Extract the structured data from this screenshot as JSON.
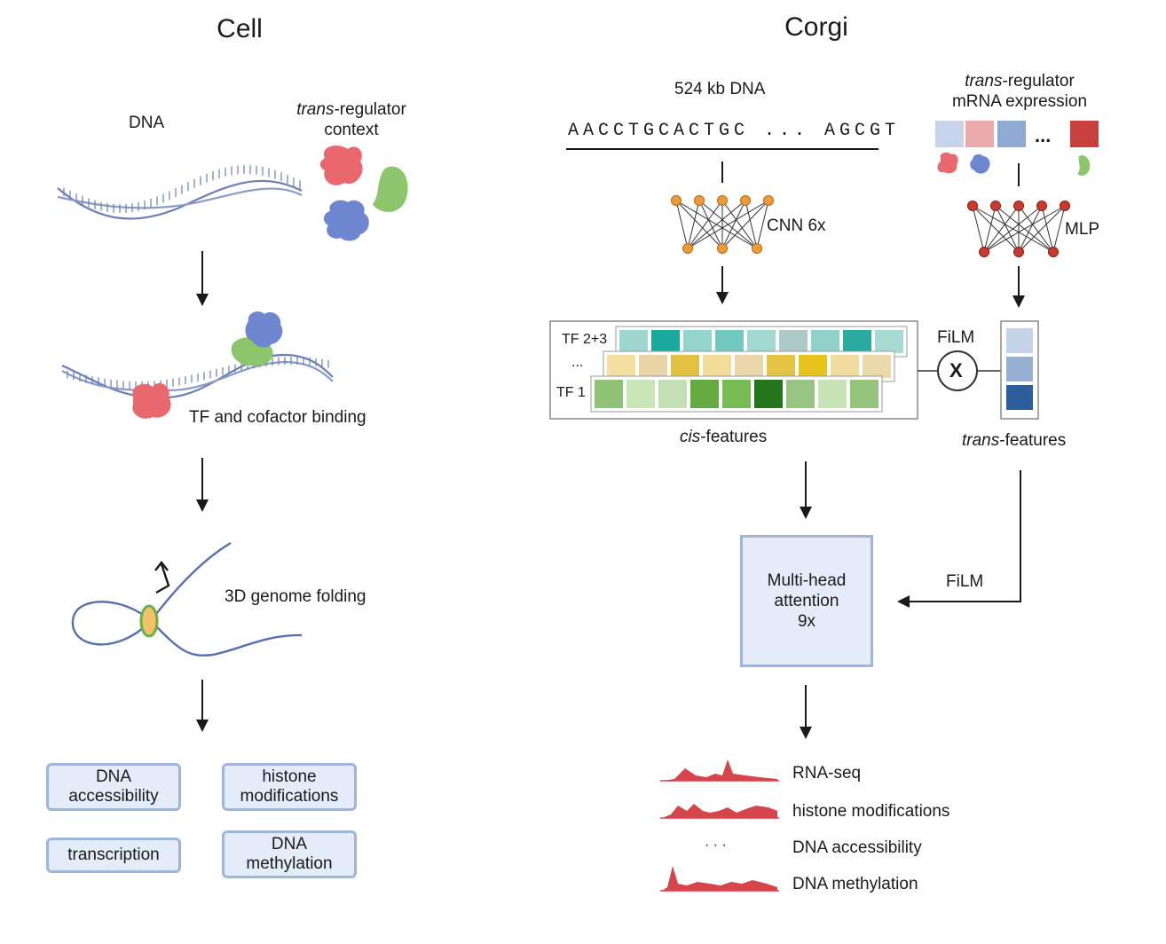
{
  "left": {
    "title": "Cell",
    "dna_label": "DNA",
    "trans_context_italic": "trans",
    "trans_context_rest": "-regulator",
    "trans_context_line2": "context",
    "binding_label": "TF and cofactor binding",
    "folding_label": "3D genome folding",
    "outputs": {
      "dna_accessibility_1": "DNA",
      "dna_accessibility_2": "accessibility",
      "histone_1": "histone",
      "histone_2": "modifications",
      "transcription": "transcription",
      "methylation_1": "DNA",
      "methylation_2": "methylation"
    }
  },
  "right": {
    "title": "Corgi",
    "dna_input_label": "524 kb DNA",
    "sequence": "AACCTGCACTGC ... AGCGT",
    "trans_input_italic": "trans",
    "trans_input_rest": "-regulator",
    "trans_input_line2": "mRNA expression",
    "ellipsis": "...",
    "cnn_label": "CNN 6x",
    "mlp_label": "MLP",
    "tf_labels": {
      "tf23": "TF 2+3",
      "dots": "...",
      "tf1": "TF 1"
    },
    "film_top": "FiLM",
    "film_symbol": "X",
    "cis_italic": "cis",
    "cis_rest": "-features",
    "trans_feat_italic": "trans",
    "trans_feat_rest": "-features",
    "film_side": "FiLM",
    "attention_1": "Multi-head",
    "attention_2": "attention",
    "attention_3": "9x",
    "outputs": {
      "rna_seq": "RNA-seq",
      "histone": "histone modifications",
      "dots": "· · ·",
      "accessibility": "DNA accessibility",
      "methylation": "DNA methylation"
    }
  },
  "colors": {
    "protein_red": "#e8686e",
    "protein_green": "#8cc56b",
    "protein_blue": "#6e86cf",
    "dna_strand": "#6b7fb5",
    "node_orange": "#ec9a3a",
    "node_red": "#c83a2e",
    "box_border": "#9fb6dc",
    "box_fill": "#e3ecf8",
    "track_red": "#d6454b",
    "trans_cells": [
      "#c6d3e8",
      "#ecaaaa",
      "#8faad2",
      "#c8403e"
    ],
    "trans_feature_cells": [
      "#c5d3e8",
      "#97afd3",
      "#2e5d9c"
    ],
    "tf23_cells": [
      "#9fd6d0",
      "#1ba89f",
      "#93d4cc",
      "#72c9c0",
      "#a1d8d2",
      "#acc9c8",
      "#8fd0c8",
      "#2bab9f",
      "#a7dad3"
    ],
    "mid_cells": [
      "#f3dfa1",
      "#ead5a6",
      "#e2c142",
      "#f1dc9a",
      "#e9d7aa",
      "#e4c345",
      "#e7c31c",
      "#f2dc9d",
      "#eadaa9"
    ],
    "tf1_cells": [
      "#8fc274",
      "#c8e6b8",
      "#c2e0b3",
      "#64aa3e",
      "#77bc53",
      "#24741a",
      "#98c682",
      "#c6e4b6",
      "#95c47d"
    ]
  }
}
